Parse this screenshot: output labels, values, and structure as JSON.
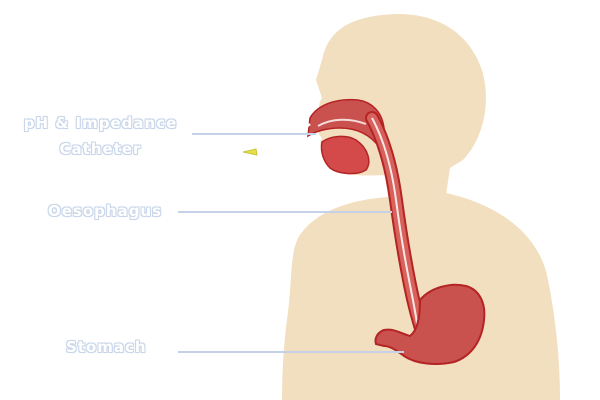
{
  "labels": {
    "catheter_line1": "pH & Impedance",
    "catheter_line2": "Catheter",
    "oesophagus": "Oesophagus",
    "stomach": "Stomach"
  },
  "colors": {
    "skin": "#f2dfbf",
    "organ_fill": "#c9524f",
    "organ_outline": "#b52424",
    "leader_line": "#c4d1e6",
    "catheter_tip": "#e3e04a"
  }
}
